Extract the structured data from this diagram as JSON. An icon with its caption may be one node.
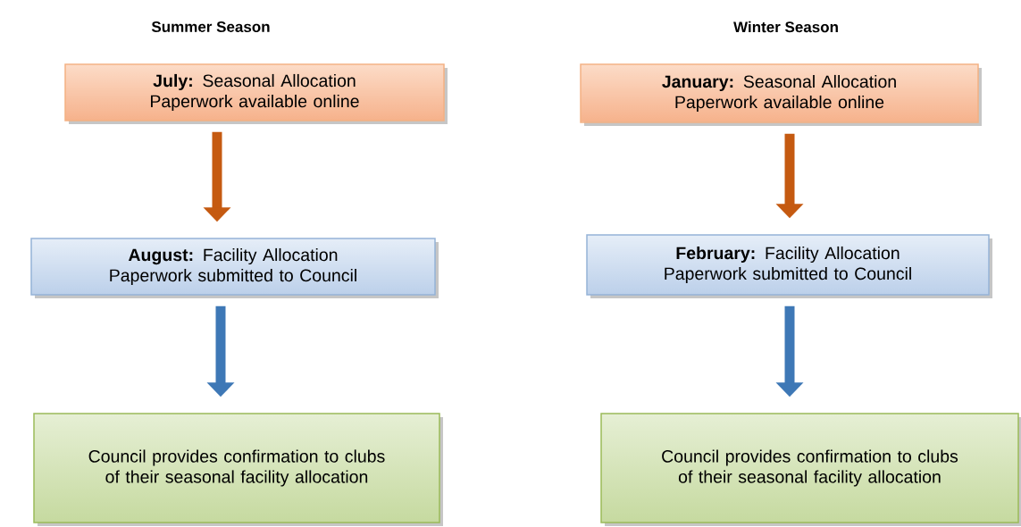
{
  "diagram": {
    "nodes": [
      {
        "text": [
          "**July:** Seasonal Allocation Paperwork available online"
        ]
      },
      {
        "text": [
          "**August:** Facility Allocation Paperwork submitted to Council"
        ]
      },
      {
        "text": [
          "Council provides confirmation to clubs of their seasonal facility allocation"
        ]
      },
      {
        "text": [
          "**January:** Seasonal Allocation Paperwork available online"
        ]
      },
      {
        "text": [
          "**February:** Facility Allocation Paperwork submitted to Council"
        ]
      },
      {
        "text": [
          "Council provides confirmation to clubs of their seasonal facility allocation"
        ]
      }
    ],
    "edges": [
      {
        "from": 0,
        "to": 1,
        "arrow": "to",
        "color": "#c55a11"
      },
      {
        "from": 1,
        "to": 2,
        "arrow": "to",
        "color": "#3e78b6"
      },
      {
        "from": 3,
        "to": 4,
        "arrow": "to",
        "color": "#c55a11"
      },
      {
        "from": 4,
        "to": 5,
        "arrow": "to",
        "color": "#3e78b6"
      }
    ],
    "labels": [
      "Summer Season",
      "Winter Season"
    ]
  }
}
